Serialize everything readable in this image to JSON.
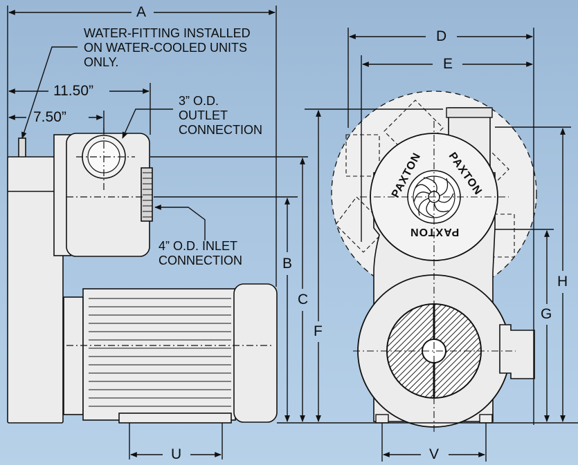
{
  "dimensions": {
    "A": "A",
    "B": "B",
    "C": "C",
    "D": "D",
    "E": "E",
    "F": "F",
    "G": "G",
    "H": "H",
    "U": "U",
    "V": "V",
    "d1150": "11.50”",
    "d750": "7.50”"
  },
  "notes": {
    "water_fitting": [
      "WATER-FITTING INSTALLED",
      "ON WATER-COOLED UNITS",
      "ONLY."
    ],
    "outlet": [
      "3” O.D.",
      "OUTLET",
      "CONNECTION"
    ],
    "inlet": [
      "4” O.D. INLET",
      "CONNECTION"
    ]
  },
  "brand": {
    "name": "PAXTON"
  },
  "colors": {
    "background": "#a9c5e0",
    "body": "#ececec",
    "outline": "#111111"
  }
}
